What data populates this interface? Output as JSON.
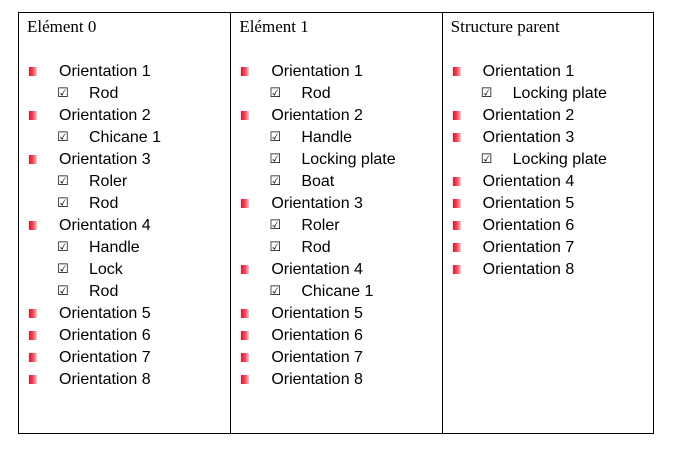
{
  "columns": [
    {
      "title": "Elément 0",
      "items": [
        {
          "label": "Orientation 1",
          "subs": [
            "Rod"
          ]
        },
        {
          "label": "Orientation 2",
          "subs": [
            "Chicane 1"
          ]
        },
        {
          "label": "Orientation 3",
          "subs": [
            "Roler",
            "Rod"
          ]
        },
        {
          "label": "Orientation 4",
          "subs": [
            "Handle",
            "Lock",
            "Rod"
          ]
        },
        {
          "label": "Orientation 5",
          "subs": []
        },
        {
          "label": "Orientation 6",
          "subs": []
        },
        {
          "label": "Orientation 7",
          "subs": []
        },
        {
          "label": "Orientation 8",
          "subs": []
        }
      ]
    },
    {
      "title": "Elément 1",
      "items": [
        {
          "label": "Orientation 1",
          "subs": [
            "Rod"
          ]
        },
        {
          "label": "Orientation 2",
          "subs": [
            "Handle",
            "Locking plate",
            "Boat"
          ]
        },
        {
          "label": "Orientation 3",
          "subs": [
            "Roler",
            "Rod"
          ]
        },
        {
          "label": "Orientation 4",
          "subs": [
            "Chicane 1"
          ]
        },
        {
          "label": "Orientation 5",
          "subs": []
        },
        {
          "label": "Orientation 6",
          "subs": []
        },
        {
          "label": "Orientation 7",
          "subs": []
        },
        {
          "label": "Orientation 8",
          "subs": []
        }
      ]
    },
    {
      "title": "Structure parent",
      "items": [
        {
          "label": "Orientation 1",
          "subs": [
            "Locking plate"
          ]
        },
        {
          "label": "Orientation 2",
          "subs": []
        },
        {
          "label": "Orientation 3",
          "subs": [
            "Locking plate"
          ]
        },
        {
          "label": "Orientation 4",
          "subs": []
        },
        {
          "label": "Orientation 5",
          "subs": []
        },
        {
          "label": "Orientation 6",
          "subs": []
        },
        {
          "label": "Orientation 7",
          "subs": []
        },
        {
          "label": "Orientation 8",
          "subs": []
        }
      ]
    }
  ],
  "icons": {
    "bullet": "red-square-bullet-icon",
    "check": "checkbox-checked-icon",
    "check_glyph": "☑"
  },
  "colors": {
    "bullet": "#e8102a",
    "border": "#000000",
    "text": "#000000"
  }
}
